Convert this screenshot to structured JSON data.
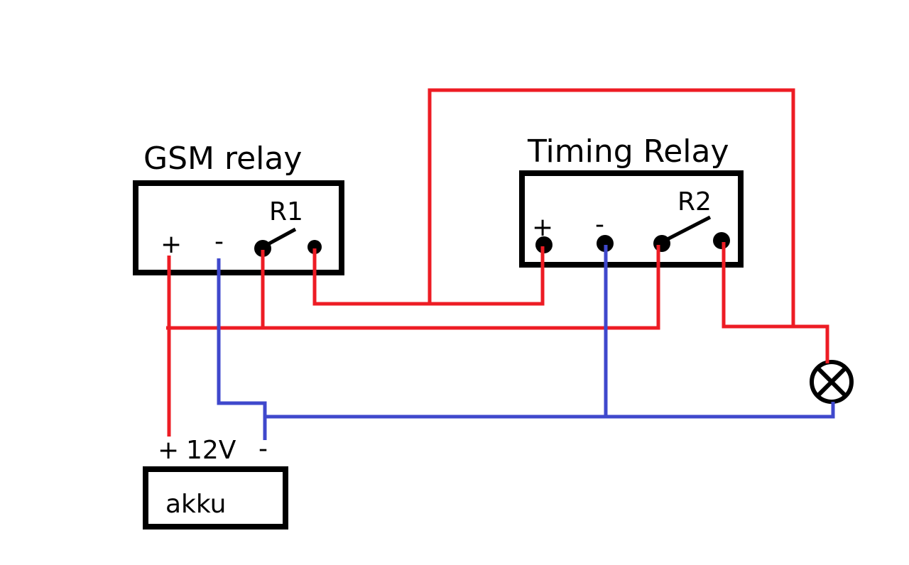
{
  "diagram": {
    "type": "wiring-schematic",
    "colors": {
      "positive_wire": "#ed1c24",
      "negative_wire": "#3f48cc",
      "outline": "#000000"
    },
    "components": {
      "gsm_relay": {
        "title": "GSM relay",
        "switch_label": "R1",
        "terminals": [
          "+",
          "-",
          "R1-common",
          "R1-contact"
        ],
        "plus_label": "+",
        "minus_label": "-"
      },
      "timing_relay": {
        "title": "Timing Relay",
        "switch_label": "R2",
        "terminals": [
          "+",
          "-",
          "R2-common",
          "R2-contact"
        ],
        "plus_label": "+",
        "minus_label": "-"
      },
      "battery": {
        "label": "akku",
        "plus_label": "+",
        "voltage": "12V",
        "minus_label": "-"
      },
      "lamp": {
        "label": ""
      }
    },
    "connections": [
      {
        "from": "battery.+",
        "to": "gsm_relay.+",
        "wire": "red"
      },
      {
        "from": "battery.+",
        "to": "gsm_relay.R1-common",
        "wire": "red"
      },
      {
        "from": "battery.+",
        "to": "timing_relay.R2-common",
        "wire": "red"
      },
      {
        "from": "gsm_relay.R1-contact",
        "to": "timing_relay.+",
        "wire": "red"
      },
      {
        "from": "gsm_relay.R1-contact",
        "to": "lamp.+",
        "wire": "red"
      },
      {
        "from": "timing_relay.R2-contact",
        "to": "lamp.+",
        "wire": "red"
      },
      {
        "from": "battery.-",
        "to": "gsm_relay.-",
        "wire": "blue"
      },
      {
        "from": "battery.-",
        "to": "timing_relay.-",
        "wire": "blue"
      },
      {
        "from": "battery.-",
        "to": "lamp.-",
        "wire": "blue"
      }
    ]
  }
}
